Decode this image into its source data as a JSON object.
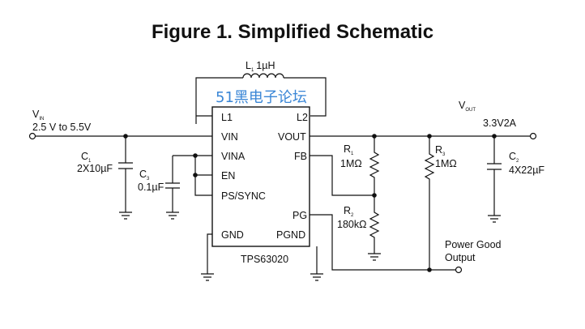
{
  "title": "Figure 1.  Simplified Schematic",
  "watermark": "51黑电子论坛",
  "ic": {
    "part_number": "TPS63020",
    "pins": {
      "l1": "L1",
      "l2": "L2",
      "vin": "VIN",
      "vout": "VOUT",
      "vina": "VINA",
      "fb": "FB",
      "en": "EN",
      "ps_sync": "PS/SYNC",
      "pg": "PG",
      "gnd": "GND",
      "pgnd": "PGND"
    }
  },
  "inductor": {
    "ref": "L",
    "ref_sub": "1",
    "value": "1µH"
  },
  "input": {
    "label": "V",
    "label_sub": "IN",
    "range": "2.5 V to  5.5V"
  },
  "output": {
    "label": "V",
    "label_sub": "OUT",
    "rating": "3.3V2A"
  },
  "c1": {
    "ref": "C",
    "ref_sub": "1",
    "value": "2X10µF"
  },
  "c3": {
    "ref": "C",
    "ref_sub": "3",
    "value": "0.1µF"
  },
  "c2": {
    "ref": "C",
    "ref_sub": "2",
    "value": "4X22µF"
  },
  "r1": {
    "ref": "R",
    "ref_sub": "1",
    "value": "1MΩ"
  },
  "r2": {
    "ref": "R",
    "ref_sub": "2",
    "value": "180kΩ"
  },
  "r3": {
    "ref": "R",
    "ref_sub": "3",
    "value": "1MΩ"
  },
  "power_good": {
    "line1": "Power Good",
    "line2": "Output"
  }
}
